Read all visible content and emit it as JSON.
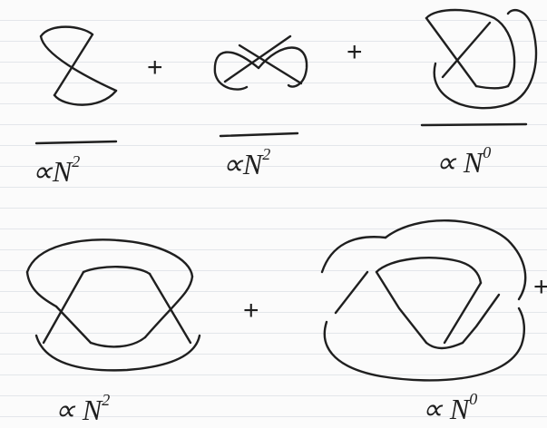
{
  "row1": {
    "terms": [
      {
        "scale_symbol": "∝N",
        "exponent": "2"
      },
      {
        "scale_symbol": "∝N",
        "exponent": "2"
      },
      {
        "scale_symbol": "∝ N",
        "exponent": "0"
      }
    ],
    "operators": [
      "+",
      "+"
    ]
  },
  "row2": {
    "terms": [
      {
        "scale_symbol": "∝ N",
        "exponent": "2"
      },
      {
        "scale_symbol": "∝ N",
        "exponent": "0"
      }
    ],
    "operators": [
      "+",
      "+"
    ]
  },
  "colors": {
    "ink": "#1f1f1f",
    "paper": "#fbfbfb",
    "rule_lines": "#e3e6ea"
  }
}
